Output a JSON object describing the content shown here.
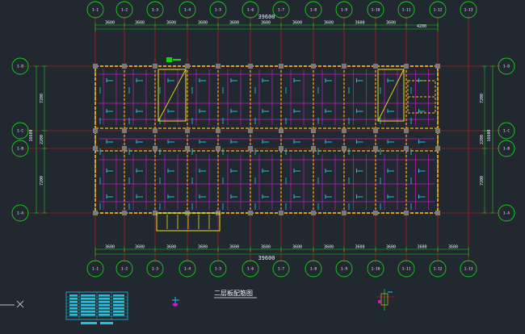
{
  "drawing": {
    "title": "二层板配筋图",
    "total_length": "39600",
    "total_depth": "16600",
    "colors": {
      "background": "#212830",
      "axis_line": "#e01818",
      "grid_bubble": "#18d018",
      "dimension": "#18d018",
      "wall": "#d8a020",
      "column": "#7a7a7a",
      "rebar_magenta": "#c020c0",
      "rebar_cyan": "#20c0e0",
      "text": "#e8f0ff",
      "opening": "#e8e020"
    }
  },
  "grid_x": [
    {
      "label": "1-1"
    },
    {
      "label": "1-2"
    },
    {
      "label": "1-3"
    },
    {
      "label": "1-4"
    },
    {
      "label": "1-5"
    },
    {
      "label": "1-6"
    },
    {
      "label": "1-7"
    },
    {
      "label": "1-8"
    },
    {
      "label": "1-9"
    },
    {
      "label": "1-10"
    },
    {
      "label": "1-11"
    },
    {
      "label": "1-12"
    },
    {
      "label": "1-13"
    }
  ],
  "grid_y": [
    {
      "label": "1-D"
    },
    {
      "label": "1-C"
    },
    {
      "label": "1-B"
    },
    {
      "label": "1-A"
    }
  ],
  "dims_top": [
    "3600",
    "3600",
    "3600",
    "3600",
    "3600",
    "3600",
    "3600",
    "3600",
    "3600",
    "3600",
    "4200"
  ],
  "dims_bottom": [
    "3600",
    "3600",
    "3600",
    "3600",
    "3600",
    "3600",
    "3600",
    "3600",
    "3600",
    "3600",
    "3600",
    "3600"
  ],
  "dims_left": [
    "7200",
    "2200",
    "7200"
  ],
  "dims_right": [
    "7200",
    "2200",
    "7200"
  ]
}
